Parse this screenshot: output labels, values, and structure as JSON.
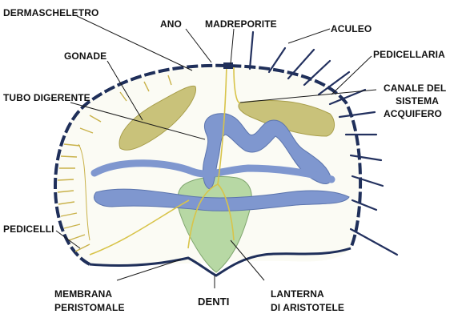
{
  "diagram": {
    "labels": {
      "dermascheletro": "DERMASCHELETRO",
      "ano": "ANO",
      "madreporite": "MADREPORITE",
      "aculeo": "ACULEO",
      "gonade": "GONADE",
      "pedicellaria": "PEDICELLARIA",
      "canale_line1": "CANALE DEL",
      "canale_line2": "SISTEMA",
      "canale_line3": "ACQUIFERO",
      "tubo_digerente": "TUBO DIGERENTE",
      "pedicelli": "PEDICELLI",
      "membrana_line1": "MEMBRANA",
      "membrana_line2": "PERISTOMALE",
      "denti": "DENTI",
      "lanterna_line1": "LANTERNA",
      "lanterna_line2": "DI ARISTOTELE"
    },
    "colors": {
      "shell": "#1f2f5a",
      "body_fill": "#ffffff",
      "gonad": "#c9c27a",
      "digestive_tract": "#7f97cf",
      "water_canal": "#d8c44a",
      "lantern": "#b7d8a4",
      "spine": "#23315f"
    }
  }
}
